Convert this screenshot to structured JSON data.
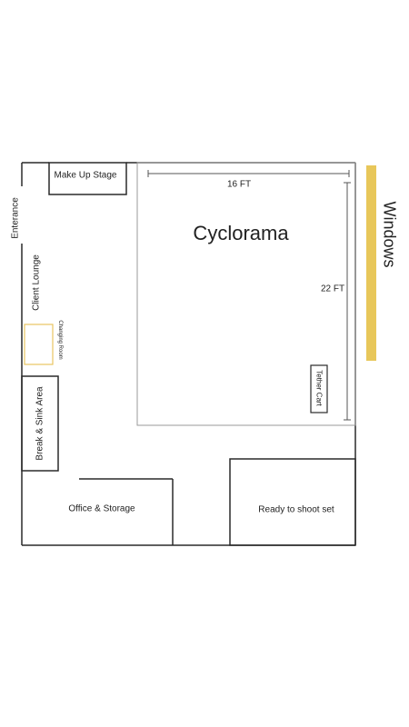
{
  "labels": {
    "makeup": "Make Up Stage",
    "entrance": "Enterance",
    "client_lounge": "Client Lounge",
    "changing_room": "Changing Room",
    "break_sink": "Break & Sink Area",
    "cyclorama": "Cyclorama",
    "width_dim": "16 FT",
    "height_dim": "22 FT",
    "tether_cart": "Tether Cart",
    "windows": "Windows",
    "office": "Office & Storage",
    "ready_set": "Ready to shoot set"
  },
  "colors": {
    "wall": "#2a2a2a",
    "cyclorama_border": "#9a9a9a",
    "windows": "#e8c75a",
    "changing_room": "#e9c461"
  }
}
